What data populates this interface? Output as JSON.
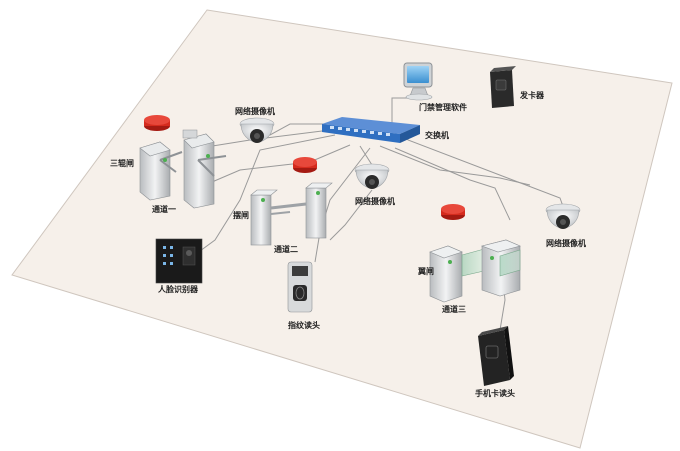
{
  "labels": {
    "card_issuer": "发卡器",
    "access_software": "门禁管理软件",
    "switch": "交换机",
    "camera_1": "网络摄像机",
    "camera_2": "网络摄像机",
    "camera_3": "网络摄像机",
    "tripod_gate": "三辊闸",
    "channel_1": "通道一",
    "swing_gate": "摆闸",
    "channel_2": "通道二",
    "flap_gate": "翼闸",
    "channel_3": "通道三",
    "face_recognizer": "人脸识别器",
    "fingerprint_reader": "指纹读头",
    "mobile_card_reader": "手机卡读头"
  },
  "colors": {
    "floor_fill": "#f6f0ea",
    "floor_stroke": "#cfc6be",
    "cable": "#9a9a9a",
    "switch_blue": "#2f6fc1",
    "alarm_red": "#d52b1e",
    "device_dark": "#1e1e1e",
    "metal": "#d4d6d8"
  },
  "icons": [
    "monitor-icon",
    "card-issuer-icon",
    "network-switch-icon",
    "dome-camera-icon",
    "alarm-light-icon",
    "turnstile-icon",
    "swing-gate-icon",
    "flap-gate-icon",
    "face-recognizer-icon",
    "fingerprint-reader-icon",
    "card-reader-icon"
  ]
}
